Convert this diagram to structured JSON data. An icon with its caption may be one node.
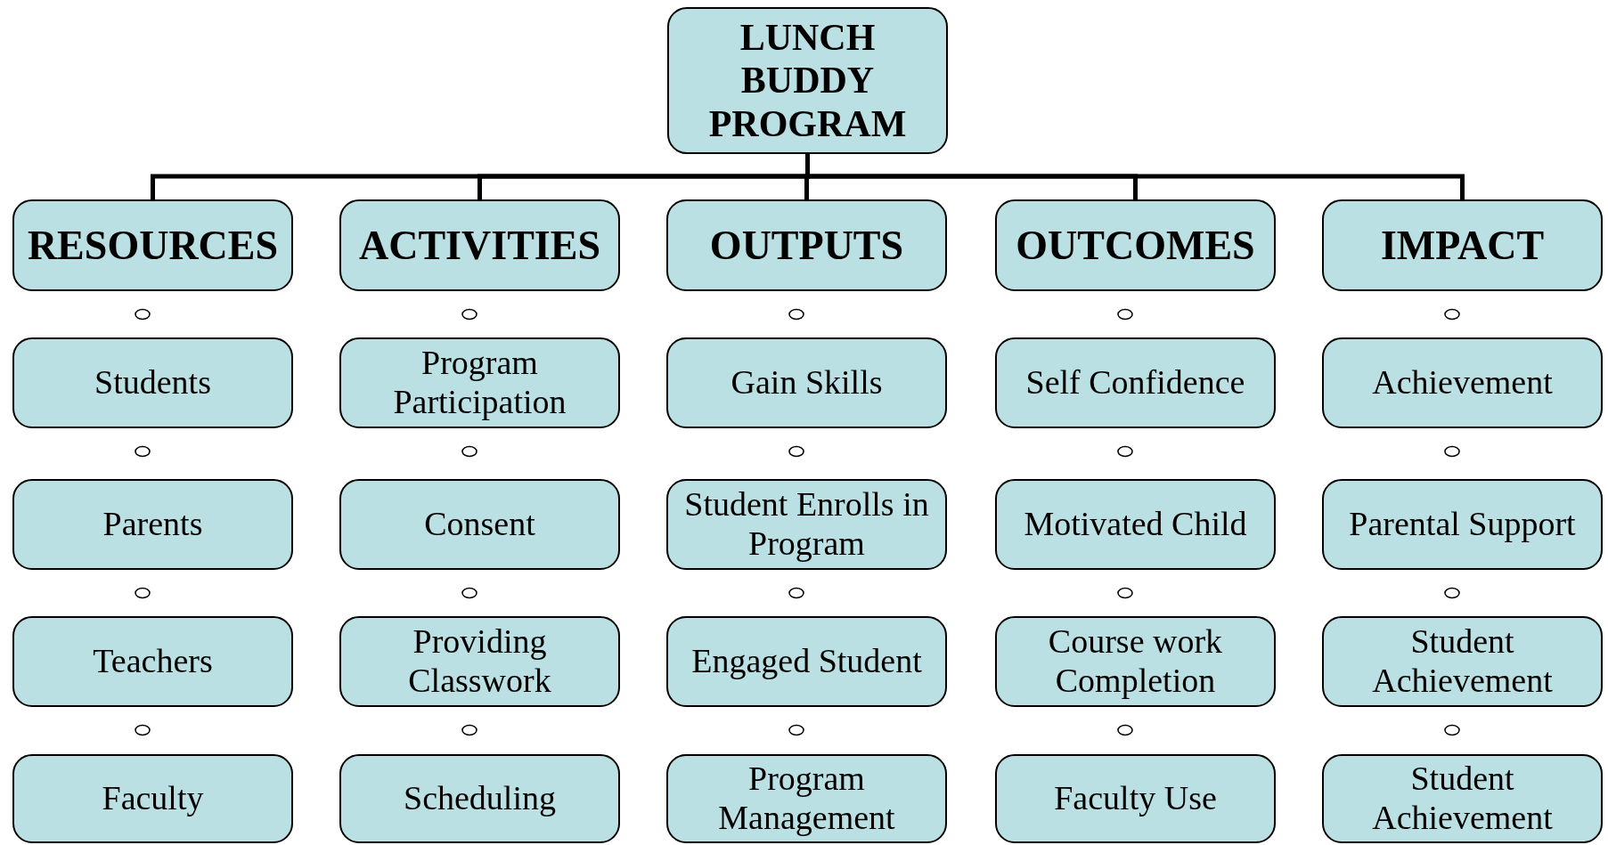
{
  "diagram": {
    "nodes": [
      {
        "text": [
          "LUNCH BUDDY PROGRAM"
        ]
      },
      {
        "text": [
          "RESOURCES"
        ]
      },
      {
        "text": [
          "ACTIVITIES"
        ]
      },
      {
        "text": [
          "OUTPUTS"
        ]
      },
      {
        "text": [
          "OUTCOMES"
        ]
      },
      {
        "text": [
          "IMPACT"
        ]
      },
      {
        "text": [
          "Students"
        ]
      },
      {
        "text": [
          "Program Participation"
        ]
      },
      {
        "text": [
          "Gain Skills"
        ]
      },
      {
        "text": [
          "Self Confidence"
        ]
      },
      {
        "text": [
          "Achievement"
        ]
      },
      {
        "text": [
          "Parents"
        ]
      },
      {
        "text": [
          "Consent"
        ]
      },
      {
        "text": [
          "Student Enrolls in Program"
        ]
      },
      {
        "text": [
          "Motivated Child"
        ]
      },
      {
        "text": [
          "Parental Support"
        ]
      },
      {
        "text": [
          "Teachers"
        ]
      },
      {
        "text": [
          "Providing Classwork"
        ]
      },
      {
        "text": [
          "Engaged Student"
        ]
      },
      {
        "text": [
          "Course work Completion"
        ]
      },
      {
        "text": [
          "Student Achievement"
        ]
      },
      {
        "text": [
          "Faculty"
        ]
      },
      {
        "text": [
          "Scheduling"
        ]
      },
      {
        "text": [
          "Program Management"
        ]
      },
      {
        "text": [
          "Faculty Use"
        ]
      },
      {
        "text": [
          "Student Achievement"
        ]
      }
    ],
    "edges": [
      {
        "from": 0,
        "to": 1,
        "arrow": "none"
      },
      {
        "from": 0,
        "to": 2,
        "arrow": "none"
      },
      {
        "from": 0,
        "to": 3,
        "arrow": "none"
      },
      {
        "from": 0,
        "to": 4,
        "arrow": "none"
      },
      {
        "from": 0,
        "to": 5,
        "arrow": "none"
      }
    ]
  }
}
